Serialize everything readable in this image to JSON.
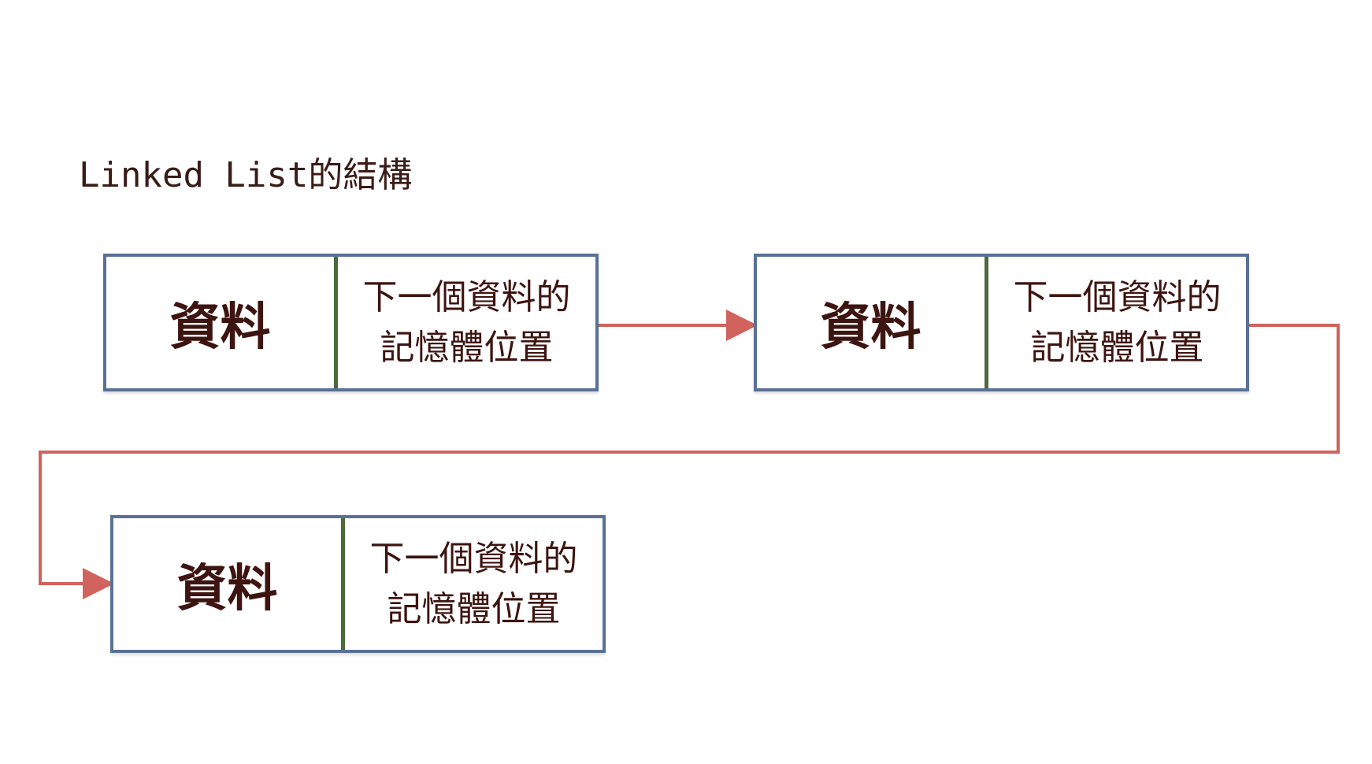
{
  "title": "Linked List的結構",
  "nodes": [
    {
      "data_label": "資料",
      "next_line1": "下一個資料的",
      "next_line2": "記憶體位置"
    },
    {
      "data_label": "資料",
      "next_line1": "下一個資料的",
      "next_line2": "記憶體位置"
    },
    {
      "data_label": "資料",
      "next_line1": "下一個資料的",
      "next_line2": "記憶體位置"
    }
  ],
  "colors": {
    "box_border": "#5a7196",
    "divider": "#4c6a3a",
    "arrow": "#d0635e",
    "text": "#3d1410"
  }
}
